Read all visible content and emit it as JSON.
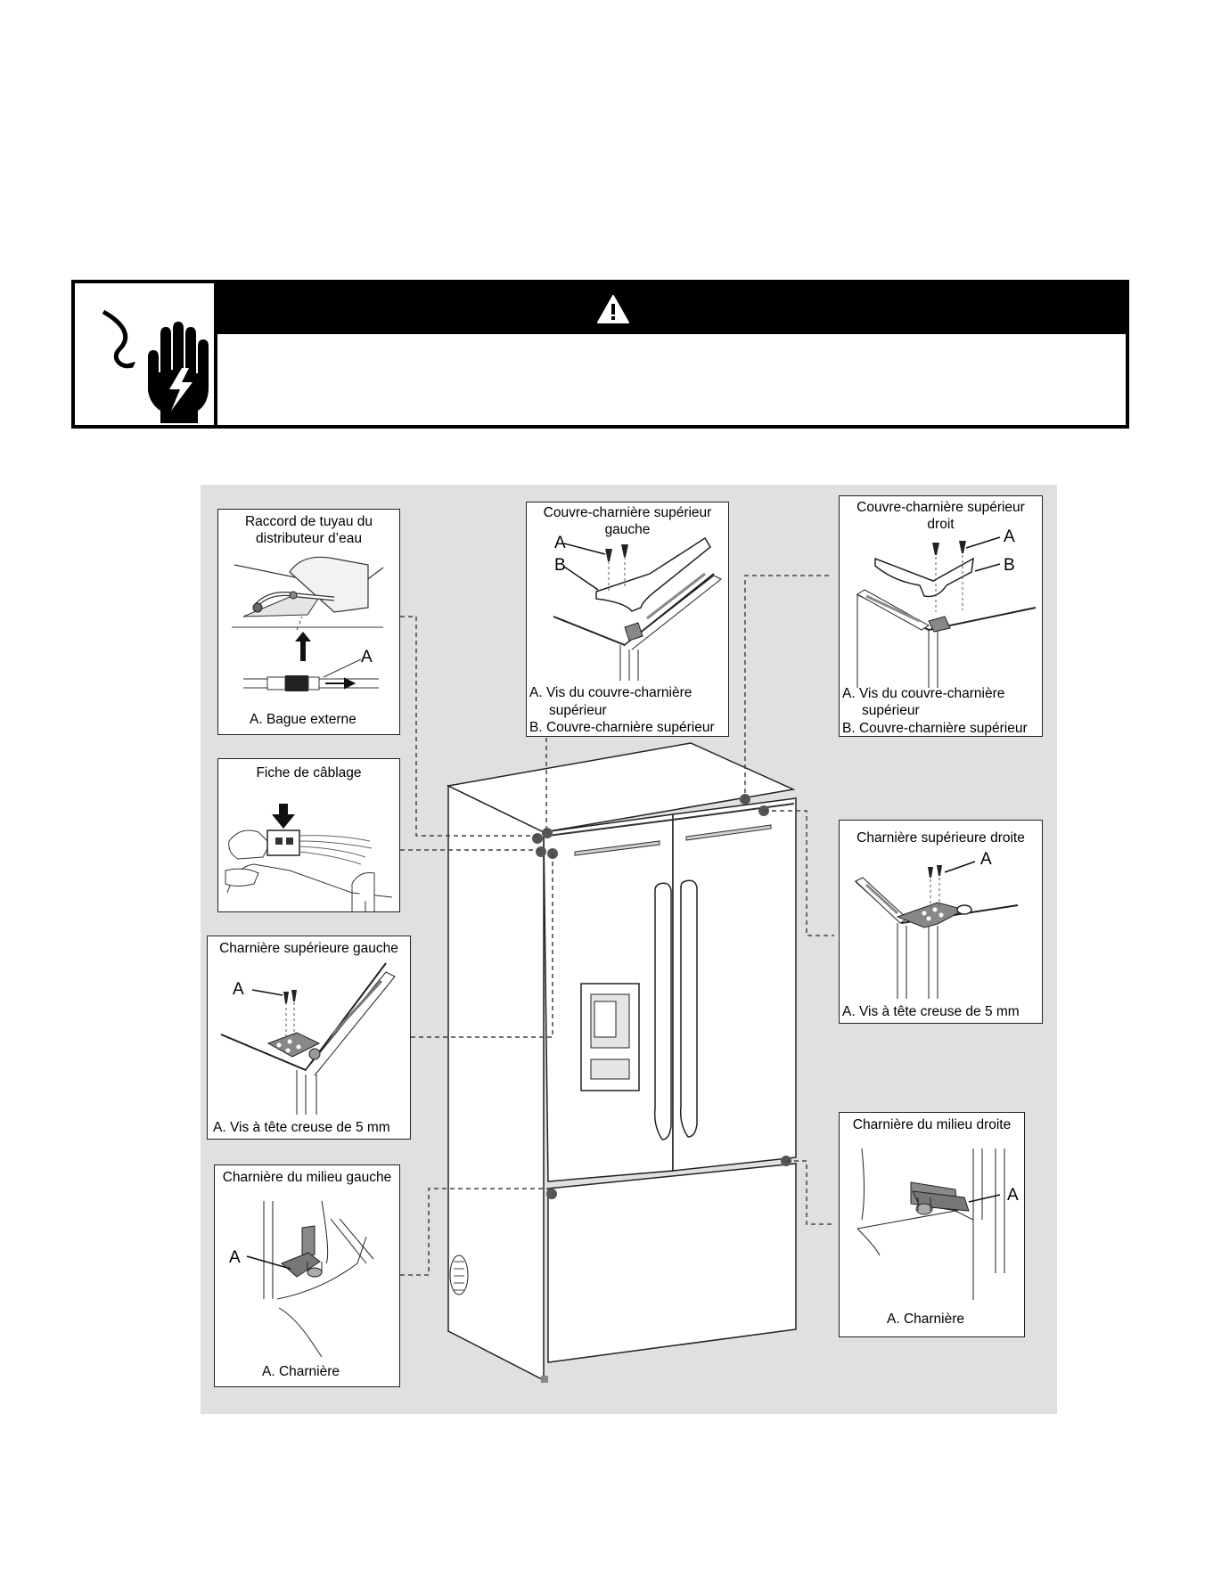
{
  "warning": {
    "icon": "electrical-shock-hand-icon",
    "alert_icon": "warning-triangle-icon",
    "header_text": "",
    "body_text": ""
  },
  "panels": {
    "water_fitting": {
      "title": "Raccord de tuyau du distributeur d’eau",
      "letter_a": "A",
      "caption": "A. Bague externe"
    },
    "wiring_plug": {
      "title": "Fiche de câblage"
    },
    "top_left_hinge": {
      "title": "Charnière supérieure gauche",
      "letter_a": "A",
      "caption": "A. Vis à tête creuse de 5 mm"
    },
    "middle_left_hinge": {
      "title": "Charnière du milieu gauche",
      "letter_a": "A",
      "caption": "A. Charnière"
    },
    "top_cover_left": {
      "title": "Couvre-charnière supérieur gauche",
      "letter_a": "A",
      "letter_b": "B",
      "caption_a": "A. Vis du couvre-charnière",
      "caption_a2": "supérieur",
      "caption_b": "B. Couvre-charnière supérieur"
    },
    "top_cover_right": {
      "title": "Couvre-charnière supérieur droit",
      "letter_a": "A",
      "letter_b": "B",
      "caption_a": "A. Vis du couvre-charnière",
      "caption_a2": "supérieur",
      "caption_b": "B. Couvre-charnière supérieur"
    },
    "top_right_hinge": {
      "title": "Charnière supérieure droite",
      "letter_a": "A",
      "caption": "A. Vis à tête creuse de 5 mm"
    },
    "middle_right_hinge": {
      "title": "Charnière du milieu droite",
      "letter_a": "A",
      "caption": "A. Charnière"
    }
  },
  "colors": {
    "diagram_background": "#e0e0e0",
    "marker_dot": "#555555",
    "warning_header": "#000000"
  }
}
